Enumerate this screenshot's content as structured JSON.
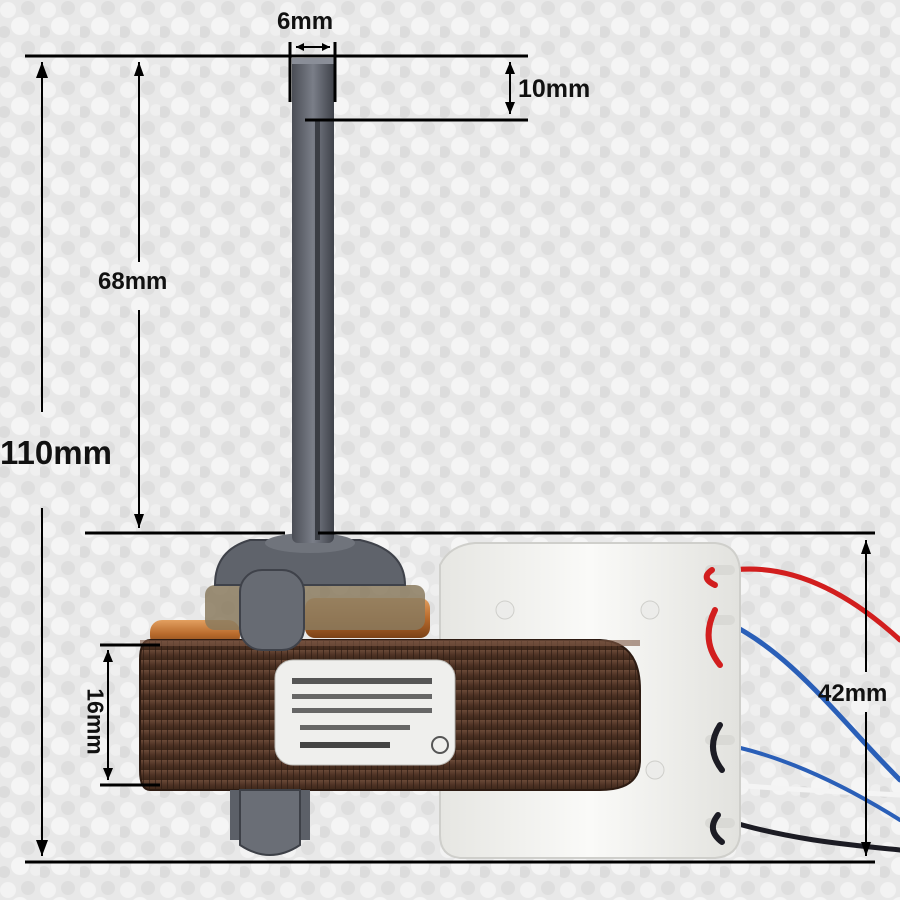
{
  "image": {
    "subject": "shaded-pole-fan-motor",
    "labels": {
      "shaft_diameter": "6mm",
      "flat_length": "10mm",
      "shaft_length": "68mm",
      "total_height": "110mm",
      "stack_height": "16mm",
      "bracket_height": "42mm"
    }
  },
  "colors": {
    "background": "#e9e9e9",
    "stator_laminations": "#5a3a2a",
    "shaft": "#5c6068",
    "plastic_bracket": "#f4f4f2",
    "copper_coil": "#c47a3a",
    "wire_red": "#d21e1e",
    "wire_blue": "#2a5fb8",
    "wire_white": "#f0f0f0",
    "wire_black": "#1c1c24",
    "dimension_line": "#000000"
  }
}
